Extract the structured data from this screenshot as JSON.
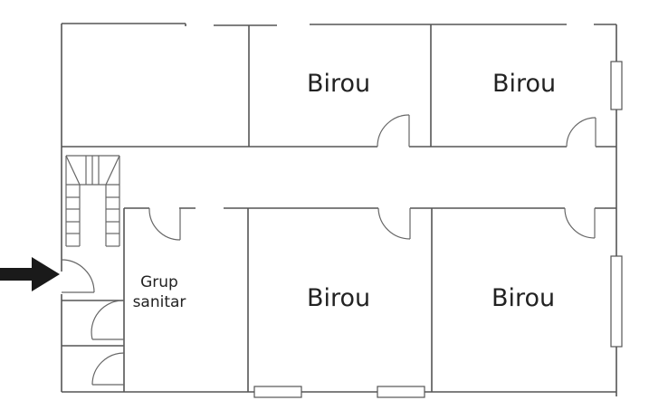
{
  "plan": {
    "type": "floor-plan",
    "rooms": [
      {
        "id": "top-left",
        "label": ""
      },
      {
        "id": "office-top-middle",
        "label": "Birou"
      },
      {
        "id": "office-top-right",
        "label": "Birou"
      },
      {
        "id": "office-bottom-middle",
        "label": "Birou"
      },
      {
        "id": "office-bottom-right",
        "label": "Birou"
      },
      {
        "id": "sanitary",
        "label_line1": "Grup",
        "label_line2": "sanitar"
      }
    ],
    "entrance_marker": "arrow-right",
    "colors": {
      "walls": "#555555",
      "text": "#222222",
      "arrow": "#1a1a1a",
      "background": "#ffffff"
    }
  }
}
